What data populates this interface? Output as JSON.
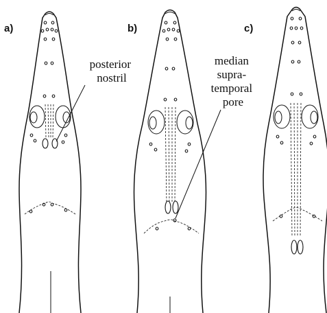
{
  "figure": {
    "panels": [
      {
        "id": "a",
        "label": "a)"
      },
      {
        "id": "b",
        "label": "b)"
      },
      {
        "id": "c",
        "label": "c)"
      }
    ],
    "annotations": {
      "posterior_nostril": [
        "posterior",
        "nostril"
      ],
      "median_supratemporal_pore": [
        "median",
        "supra-",
        "temporal",
        "pore"
      ]
    },
    "colors": {
      "ink": "#111111",
      "paper": "#ffffff"
    }
  }
}
